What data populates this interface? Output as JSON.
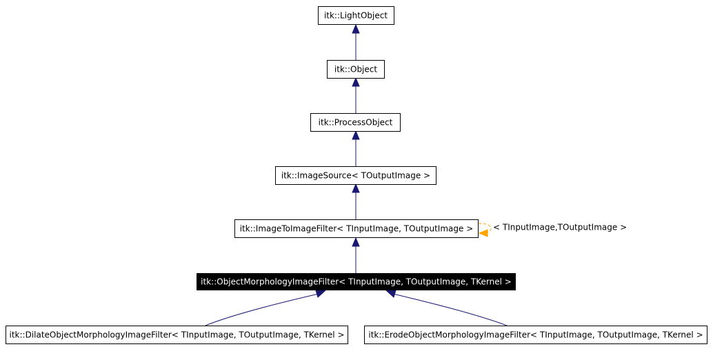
{
  "diagram": {
    "nodes": {
      "light_object": "itk::LightObject",
      "object": "itk::Object",
      "process_object": "itk::ProcessObject",
      "image_source": "itk::ImageSource< TOutputImage >",
      "image_to_image_filter": "itk::ImageToImageFilter< TInputImage, TOutputImage >",
      "object_morphology_filter": "itk::ObjectMorphologyImageFilter< TInputImage, TOutputImage, TKernel >",
      "dilate_filter": "itk::DilateObjectMorphologyImageFilter< TInputImage, TOutputImage, TKernel >",
      "erode_filter": "itk::ErodeObjectMorphologyImageFilter< TInputImage, TOutputImage, TKernel >"
    },
    "template_edge_label": "< TInputImage,TOutputImage >",
    "colors": {
      "edge": "#191970",
      "template_edge": "#ffa500",
      "highlight_fill": "#000000",
      "highlight_text": "#ffffff"
    }
  }
}
